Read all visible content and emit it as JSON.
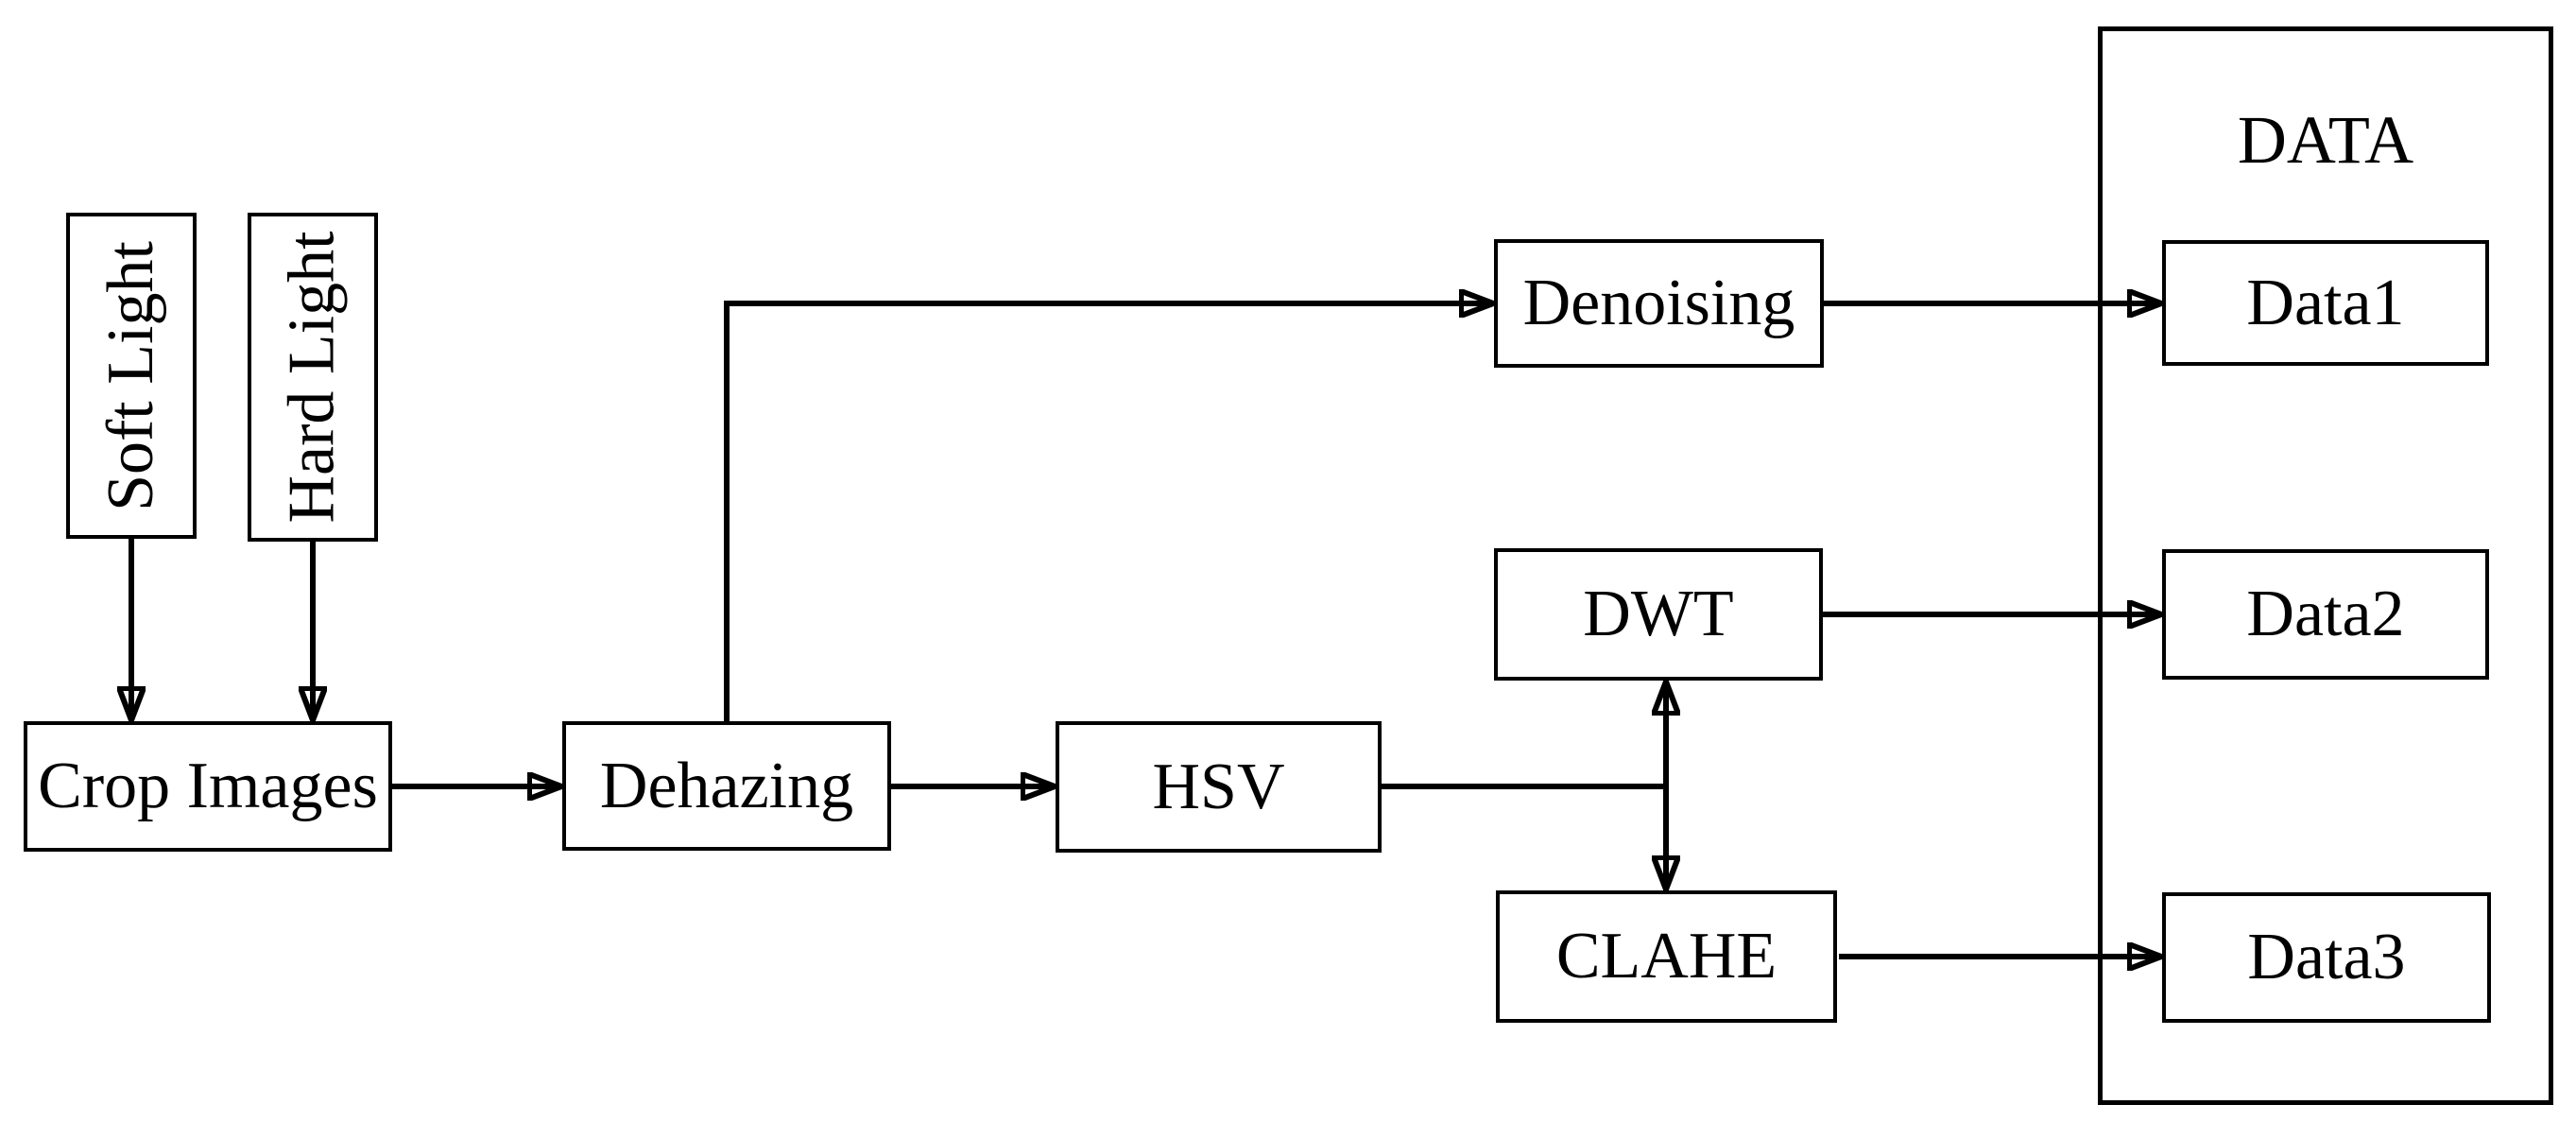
{
  "diagram": {
    "colors": {
      "line": "#000000",
      "background": "#ffffff",
      "text": "#000000"
    },
    "nodes": {
      "soft_light": {
        "label": "Soft Light"
      },
      "hard_light": {
        "label": "Hard Light"
      },
      "crop_images": {
        "label": "Crop Images"
      },
      "dehazing": {
        "label": "Dehazing"
      },
      "hsv": {
        "label": "HSV"
      },
      "denoising": {
        "label": "Denoising"
      },
      "dwt": {
        "label": "DWT"
      },
      "clahe": {
        "label": "CLAHE"
      },
      "data_group": {
        "label": "DATA"
      },
      "data1": {
        "label": "Data1"
      },
      "data2": {
        "label": "Data2"
      },
      "data3": {
        "label": "Data3"
      }
    },
    "edges": [
      {
        "from": "soft_light",
        "to": "crop_images"
      },
      {
        "from": "hard_light",
        "to": "crop_images"
      },
      {
        "from": "crop_images",
        "to": "dehazing"
      },
      {
        "from": "dehazing",
        "to": "hsv"
      },
      {
        "from": "dehazing",
        "to": "denoising"
      },
      {
        "from": "denoising",
        "to": "data1"
      },
      {
        "from": "hsv",
        "to": "dwt"
      },
      {
        "from": "hsv",
        "to": "clahe"
      },
      {
        "from": "dwt",
        "to": "data2"
      },
      {
        "from": "clahe",
        "to": "data3"
      }
    ]
  }
}
